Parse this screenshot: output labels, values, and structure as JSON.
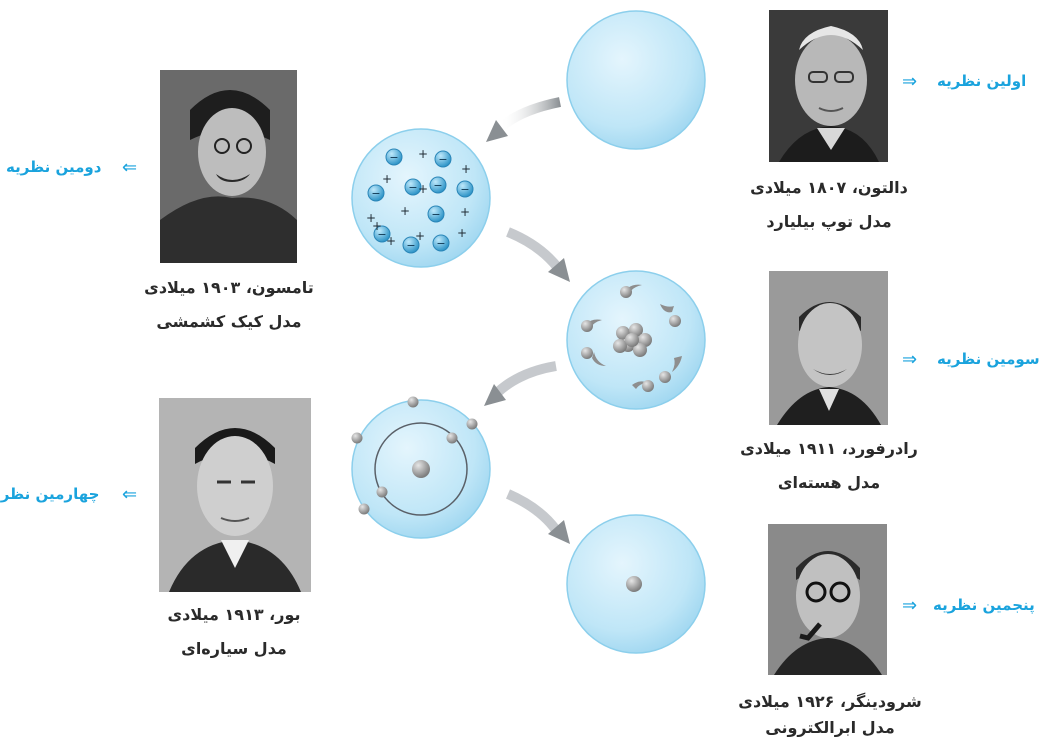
{
  "scientists": [
    {
      "id": "dalton",
      "theory_label": "اولین نظریه",
      "name_year": "دالتون، ۱۸۰۷ میلادی",
      "model": "مدل توپ بیلیارد"
    },
    {
      "id": "thomson",
      "theory_label": "دومین نظریه",
      "name_year": "تامسون، ۱۹۰۳ میلادی",
      "model": "مدل کیک کشمشی"
    },
    {
      "id": "rutherford",
      "theory_label": "سومین نظریه",
      "name_year": "رادرفورد، ۱۹۱۱ میلادی",
      "model": "مدل هسته‌ای"
    },
    {
      "id": "bohr",
      "theory_label": "چهارمین نظریه",
      "name_year": "بور، ۱۹۱۳ میلادی",
      "model": "مدل سیاره‌ای"
    },
    {
      "id": "schrodinger",
      "theory_label": "پنجمین نظریه",
      "name_year": "شرودینگر، ۱۹۲۶ میلادی",
      "model": "مدل ابرالکترونی"
    }
  ],
  "arrow_glyph_right": "⇒",
  "arrow_glyph_left": "⇐",
  "model_symbols": {
    "minus": "−",
    "plus": "+"
  },
  "colors": {
    "accent": "#1aa3dd",
    "sphere_fill": "#bfe6f7",
    "sphere_edge": "#7cc9ea",
    "electron": "#4fb3e0",
    "arrow_gray": "#8a8f93"
  }
}
